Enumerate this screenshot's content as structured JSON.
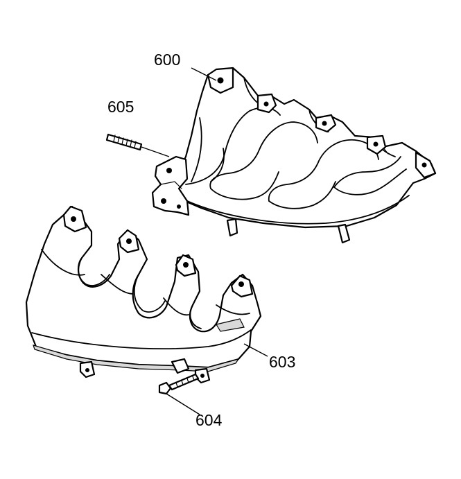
{
  "callouts": {
    "manifold": "600",
    "stud": "605",
    "heat_shield": "603",
    "bolt": "604"
  },
  "colors": {
    "line": "#000000",
    "background": "#ffffff",
    "shade": "#d9d9d9"
  }
}
